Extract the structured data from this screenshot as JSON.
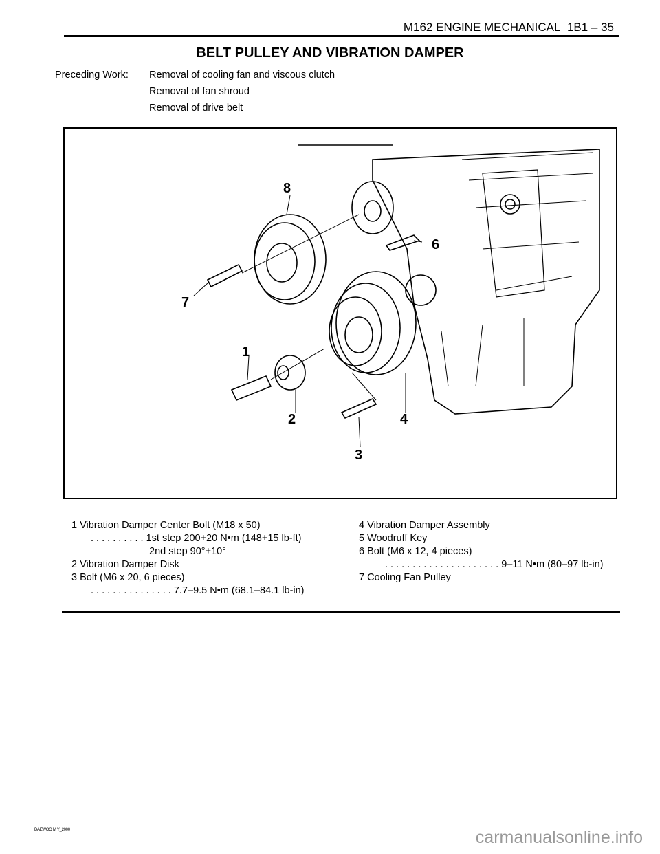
{
  "header": {
    "section": "M162 ENGINE MECHANICAL",
    "page": "1B1 – 35"
  },
  "title": "BELT PULLEY AND VIBRATION DAMPER",
  "preceding_work": {
    "label": "Preceding Work:",
    "items": [
      "Removal of cooling fan and viscous clutch",
      "Removal of fan shroud",
      "Removal of drive belt"
    ]
  },
  "figure": {
    "callouts": [
      "1",
      "2",
      "3",
      "4",
      "6",
      "7",
      "8"
    ]
  },
  "legend": {
    "left": [
      "1  Vibration Damper Center Bolt (M18 x 50)",
      ". . . . . . . . . .  1st step 200+20 N•m (148+15 lb-ft)",
      "2nd step 90°+10°",
      "2  Vibration Damper Disk",
      "3  Bolt (M6 x 20, 6 pieces)",
      ". . . . . . . . . . . . . . .  7.7–9.5 N•m (68.1–84.1 lb-in)"
    ],
    "right": [
      "4  Vibration Damper Assembly",
      "5  Woodruff Key",
      "6  Bolt (M6 x 12, 4 pieces)",
      ". . . . . . . . . . . . . . . . . . . . .  9–11 N•m (80–97 lb-in)",
      "7  Cooling Fan Pulley"
    ]
  },
  "footer": "DAEWOO M Y_2000",
  "watermark": "carmanualsonline.info"
}
